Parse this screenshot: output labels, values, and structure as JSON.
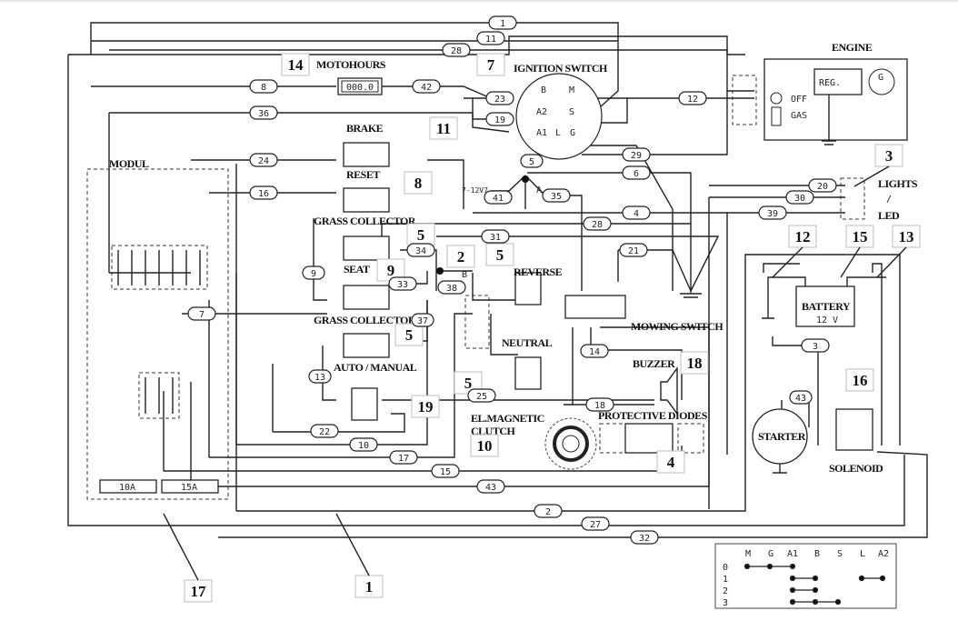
{
  "components": {
    "motohours": "MOTOHOURS",
    "motohours_display": "000.0",
    "ignition_switch": "IGNITION SWITCH",
    "ignition_pins": [
      "B",
      "M",
      "A2",
      "S",
      "A1",
      "L",
      "G"
    ],
    "engine": "ENGINE",
    "regulator": "REG.",
    "generator": "G",
    "off": "OFF",
    "gas": "GAS",
    "brake": "BRAKE",
    "reset": "RESET",
    "grass_collector_1": "GRASS COLLECTOR",
    "seat": "SEAT",
    "grass_collector_2": "GRASS COLLECTOR",
    "auto_manual": "AUTO / MANUAL",
    "reverse": "REVERSE",
    "neutral": "NEUTRAL",
    "mowing_switch": "MOWING SWITCH",
    "buzzer": "BUZZER",
    "clutch_line1": "EL.MAGNETIC",
    "clutch_line2": "CLUTCH",
    "protective_diodes": "PROTECTIVE DIODES",
    "starter": "STARTER",
    "solenoid": "SOLENOID",
    "battery": "BATTERY",
    "battery_voltage": "12 V",
    "lights": "LIGHTS",
    "lights_sep": "/",
    "led": "LED",
    "modul": "MODUL",
    "fuse_10": "10A",
    "fuse_15": "15A",
    "junction_a": "A",
    "junction_b": "B",
    "voltage_note": "7-12V7"
  },
  "callouts": [
    "14",
    "7",
    "11",
    "8",
    "5",
    "9",
    "2",
    "5",
    "5",
    "19",
    "5",
    "18",
    "10",
    "4",
    "3",
    "12",
    "15",
    "13",
    "16",
    "17",
    "1"
  ],
  "wires": [
    "1",
    "11",
    "28",
    "8",
    "42",
    "23",
    "19",
    "12",
    "36",
    "24",
    "5",
    "29",
    "6",
    "41",
    "35",
    "16",
    "20",
    "30",
    "39",
    "4",
    "28",
    "31",
    "21",
    "34",
    "9",
    "33",
    "38",
    "37",
    "7",
    "13",
    "14",
    "3",
    "43",
    "18",
    "25",
    "22",
    "10",
    "17",
    "15",
    "43",
    "2",
    "27",
    "32"
  ],
  "switch_table": {
    "columns": [
      "M",
      "G",
      "A1",
      "B",
      "S",
      "L",
      "A2"
    ],
    "rows": [
      {
        "pos": "0",
        "connected": [
          [
            "M",
            "G",
            "A1"
          ]
        ]
      },
      {
        "pos": "1",
        "connected": [
          [
            "A1",
            "B"
          ],
          [
            "L",
            "A2"
          ]
        ]
      },
      {
        "pos": "2",
        "connected": [
          [
            "A1",
            "B"
          ]
        ]
      },
      {
        "pos": "3",
        "connected": [
          [
            "A1",
            "B",
            "S"
          ]
        ]
      }
    ]
  }
}
